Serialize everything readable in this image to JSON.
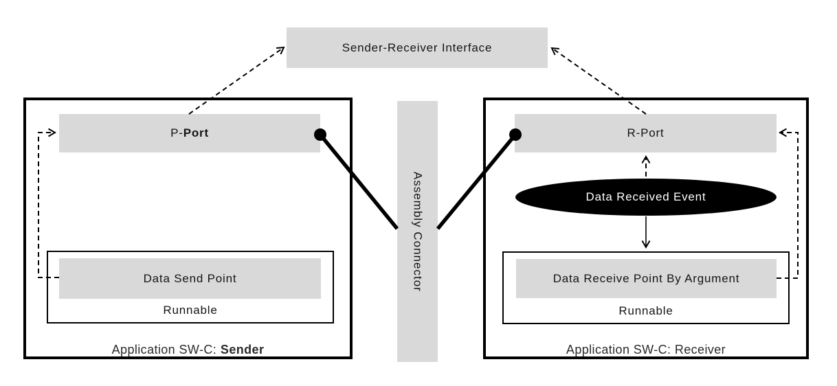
{
  "colors": {
    "background": "#ffffff",
    "box_fill": "#d9d9d9",
    "line": "#000000",
    "event_fill": "#000000",
    "event_text": "#ffffff"
  },
  "interface": {
    "label": "Sender-Receiver Interface"
  },
  "assembly_connector": {
    "label": "Assembly Connector"
  },
  "sender": {
    "port_prefix": "P-",
    "port_name": "Port",
    "data_send_point": "Data Send Point",
    "runnable": "Runnable",
    "component_prefix": "Application SW-C:",
    "component_name": "Sender"
  },
  "receiver": {
    "port": "R-Port",
    "data_received_event": "Data Received Event",
    "data_receive_point": "Data Receive Point By Argument",
    "runnable": "Runnable",
    "component_label": "Application SW-C: Receiver"
  },
  "icons": {
    "provider_port_dot": "filled-circle",
    "receiver_port_dot": "filled-circle"
  }
}
